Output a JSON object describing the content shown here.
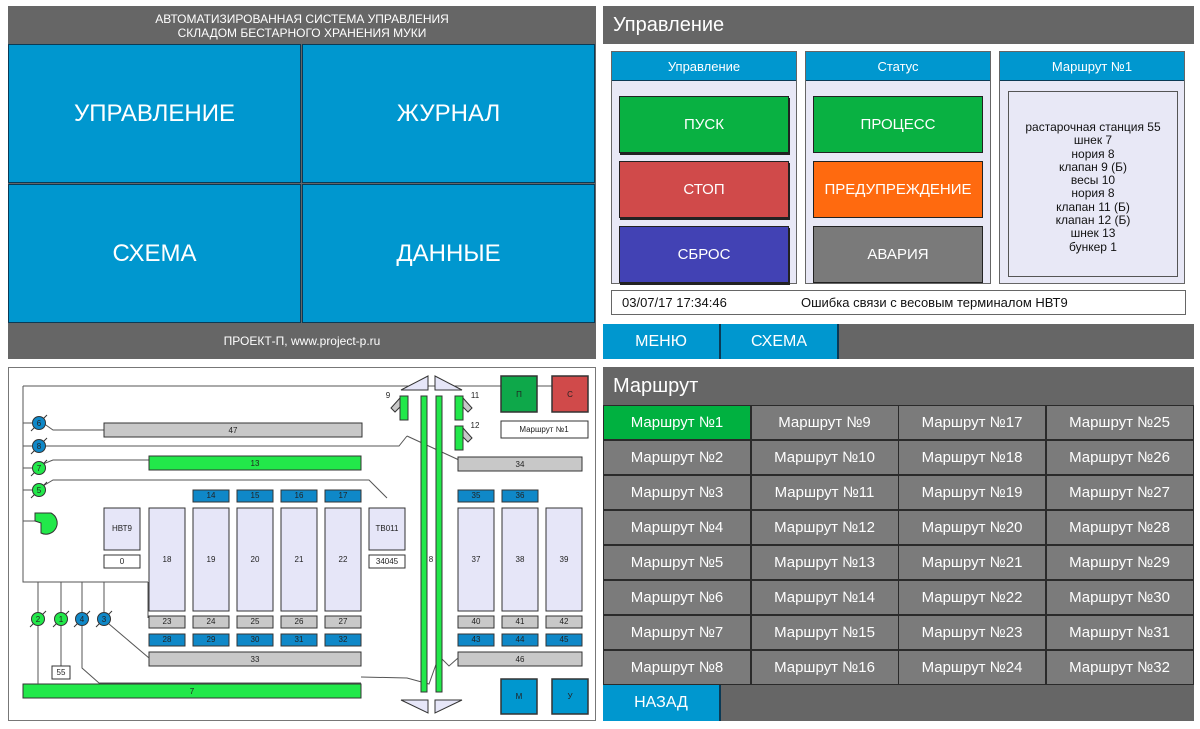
{
  "main_menu": {
    "title_line1": "АВТОМАТИЗИРОВАННАЯ СИСТЕМА УПРАВЛЕНИЯ",
    "title_line2": "СКЛАДОМ БЕСТАРНОГО ХРАНЕНИЯ МУКИ",
    "tiles": [
      {
        "label": "УПРАВЛЕНИЕ"
      },
      {
        "label": "ЖУРНАЛ"
      },
      {
        "label": "СХЕМА"
      },
      {
        "label": "ДАННЫЕ"
      }
    ],
    "footer": "ПРОЕКТ-П, www.project-p.ru",
    "tile_color": "#0097cf"
  },
  "control": {
    "header": "Управление",
    "columns": {
      "control_title": "Управление",
      "status_title": "Статус",
      "route_title": "Маршрут №1"
    },
    "control_buttons": [
      {
        "label": "ПУСК",
        "color": "#09b142"
      },
      {
        "label": "СТОП",
        "color": "#d04a4a"
      },
      {
        "label": "СБРОС",
        "color": "#4242b4"
      }
    ],
    "status_indicators": [
      {
        "label": "ПРОЦЕСС",
        "color": "#09b142"
      },
      {
        "label": "ПРЕДУПРЕЖДЕНИЕ",
        "color": "#ff6a0f"
      },
      {
        "label": "АВАРИЯ",
        "color": "#7a7a7a"
      }
    ],
    "route_steps": [
      "растарочная станция 55",
      "шнек 7",
      "нория 8",
      "клапан 9 (Б)",
      "весы 10",
      "нория 8",
      "клапан 11 (Б)",
      "клапан 12 (Б)",
      "шнек 13",
      "бункер 1"
    ],
    "message": {
      "timestamp": "03/07/17 17:34:46",
      "text": "Ошибка связи с весовым терминалом НВТ9"
    },
    "nav": [
      {
        "label": "МЕНЮ"
      },
      {
        "label": "СХЕМА"
      }
    ]
  },
  "schematic": {
    "route_label": "Маршрут №1",
    "buttons": {
      "start": "П",
      "stop": "С",
      "menu": "М",
      "control": "У"
    },
    "colors": {
      "active": "#22e84a",
      "idle": "#c8c8c8",
      "gate": "#0f88c8",
      "bin": "#e6e6f8"
    },
    "valves": [
      {
        "id": "6",
        "state": "idle"
      },
      {
        "id": "8",
        "state": "idle"
      },
      {
        "id": "7",
        "state": "active"
      },
      {
        "id": "5",
        "state": "active"
      },
      {
        "id": "2",
        "state": "active"
      },
      {
        "id": "1",
        "state": "active"
      },
      {
        "id": "4",
        "state": "idle"
      },
      {
        "id": "3",
        "state": "idle"
      }
    ],
    "conveyors": [
      {
        "id": "47",
        "state": "idle"
      },
      {
        "id": "13",
        "state": "active"
      },
      {
        "id": "34",
        "state": "idle"
      },
      {
        "id": "33",
        "state": "idle"
      },
      {
        "id": "46",
        "state": "idle"
      },
      {
        "id": "7",
        "state": "active"
      }
    ],
    "elevator": {
      "id": "8",
      "state": "active"
    },
    "diverters": [
      {
        "id": "9"
      },
      {
        "id": "11"
      },
      {
        "id": "12"
      }
    ],
    "terminals": [
      {
        "id": "НВТ9",
        "value": "0"
      },
      {
        "id": "ТВ011",
        "value": "34045"
      }
    ],
    "station_value": "55",
    "left_bins": {
      "top_gates": [
        "14",
        "15",
        "16",
        "17"
      ],
      "bins": [
        "18",
        "19",
        "20",
        "21",
        "22"
      ],
      "lower_feeders": [
        "23",
        "24",
        "25",
        "26",
        "27"
      ],
      "lower_gates": [
        "28",
        "29",
        "30",
        "31",
        "32"
      ]
    },
    "right_bins": {
      "top_gates": [
        "35",
        "36"
      ],
      "bins": [
        "37",
        "38",
        "39"
      ],
      "lower_feeders": [
        "40",
        "41",
        "42"
      ],
      "lower_gates": [
        "43",
        "44",
        "45"
      ]
    }
  },
  "routes": {
    "header": "Маршрут",
    "active_index": 0,
    "items": [
      "Маршрут №1",
      "Маршрут №2",
      "Маршрут №3",
      "Маршрут №4",
      "Маршрут №5",
      "Маршрут №6",
      "Маршрут №7",
      "Маршрут №8",
      "Маршрут №9",
      "Маршрут №10",
      "Маршрут №11",
      "Маршрут №12",
      "Маршрут №13",
      "Маршрут №14",
      "Маршрут №15",
      "Маршрут №16",
      "Маршрут №17",
      "Маршрут №18",
      "Маршрут №19",
      "Маршрут №20",
      "Маршрут №21",
      "Маршрут №22",
      "Маршрут №23",
      "Маршрут №24",
      "Маршрут №25",
      "Маршрут №26",
      "Маршрут №27",
      "Маршрут №28",
      "Маршрут №29",
      "Маршрут №30",
      "Маршрут №31",
      "Маршрут №32"
    ],
    "back_label": "НАЗАД"
  }
}
